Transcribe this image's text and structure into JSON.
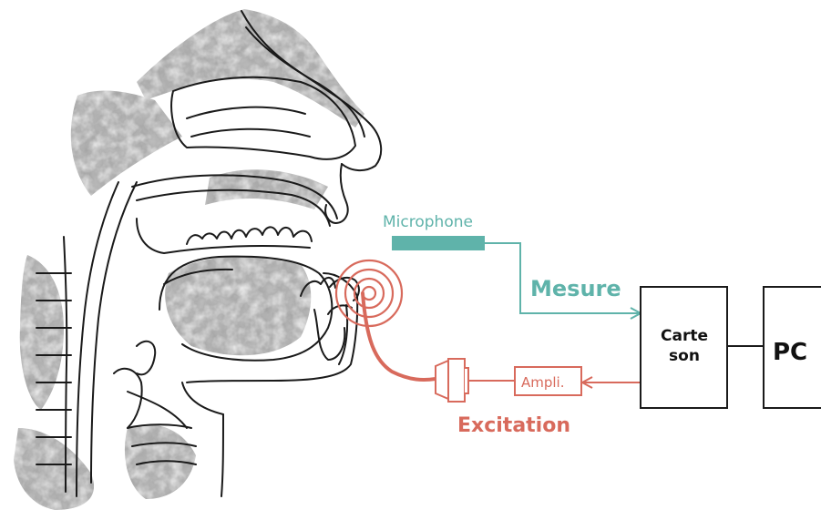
{
  "labels": {
    "microphone": "Microphone",
    "mesure": "Mesure",
    "excitation": "Excitation",
    "ampli": "Ampli.",
    "carte_son": "Carte son",
    "pc": "PC"
  },
  "colors": {
    "measure": "#5fb3aa",
    "excitation": "#d86a5c",
    "line": "#1a1a1a",
    "shading": "#8a8a8a"
  }
}
